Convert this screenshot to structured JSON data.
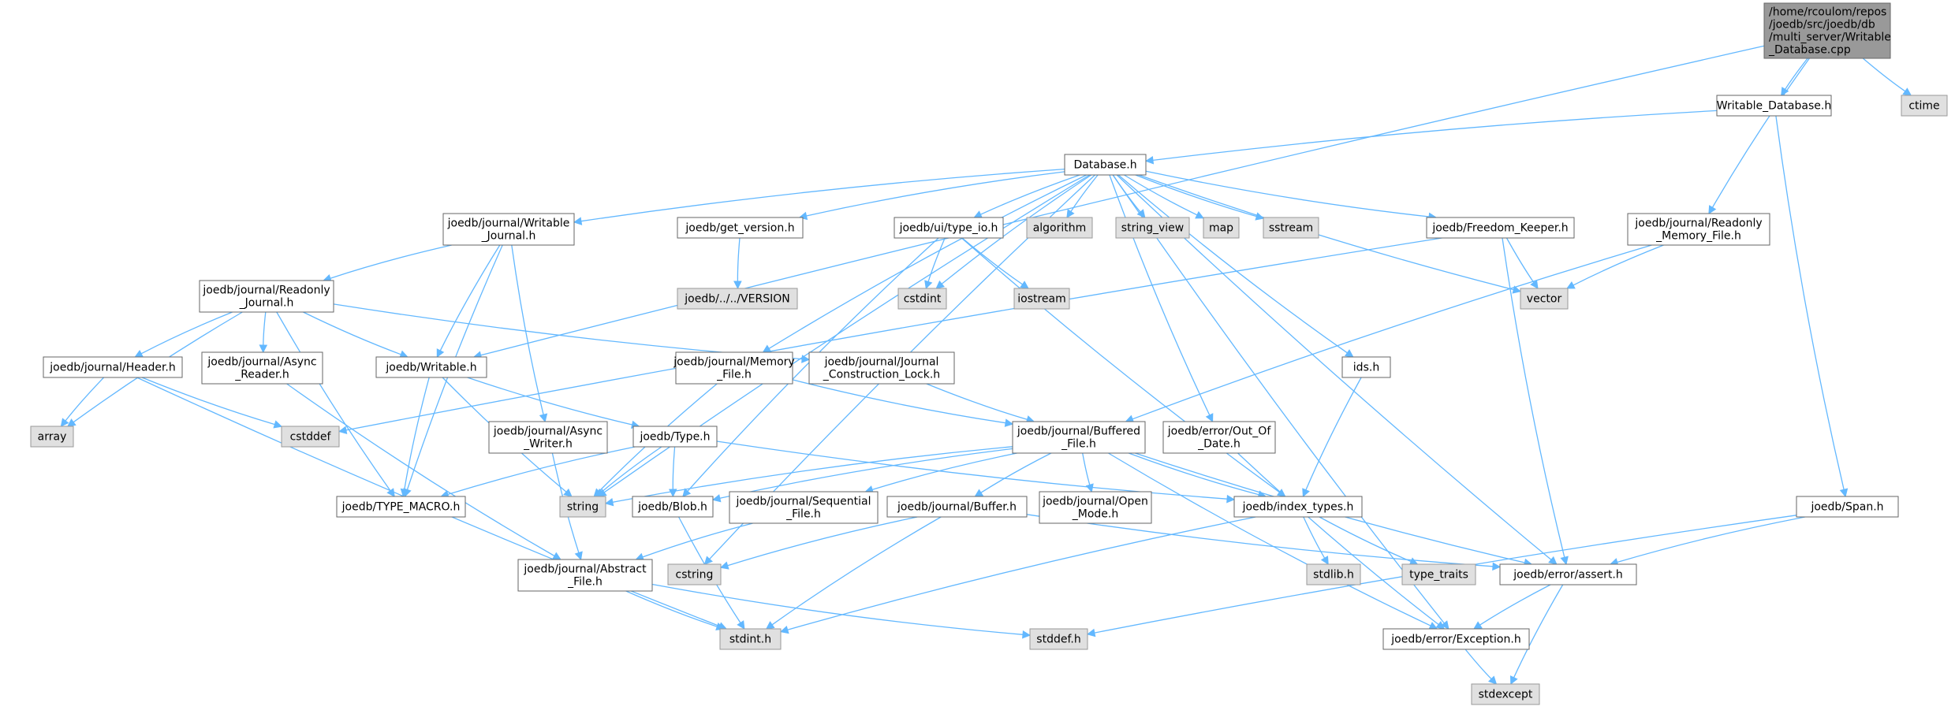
{
  "colors": {
    "root_fill": "#999999",
    "root_stroke": "#666666",
    "local_fill": "#ffffff",
    "local_stroke": "#666666",
    "system_fill": "#e0e0e0",
    "system_stroke": "#999999",
    "edge": "#63b8ff",
    "text": "#000000"
  },
  "nodes": [
    {
      "id": "root",
      "kind": "root",
      "lines": [
        "/home/rcoulom/repos",
        "/joedb/src/joedb/db",
        "/multi_server/Writable",
        "_Database.cpp"
      ]
    },
    {
      "id": "writable_database_h",
      "kind": "local",
      "lines": [
        "Writable_Database.h"
      ]
    },
    {
      "id": "ctime",
      "kind": "system",
      "lines": [
        "ctime"
      ]
    },
    {
      "id": "database_h",
      "kind": "local",
      "lines": [
        "Database.h"
      ]
    },
    {
      "id": "writable_journal_h",
      "kind": "local",
      "lines": [
        "joedb/journal/Writable",
        "_Journal.h"
      ]
    },
    {
      "id": "get_version_h",
      "kind": "local",
      "lines": [
        "joedb/get_version.h"
      ]
    },
    {
      "id": "type_io_h",
      "kind": "local",
      "lines": [
        "joedb/ui/type_io.h"
      ]
    },
    {
      "id": "algorithm",
      "kind": "system",
      "lines": [
        "algorithm"
      ]
    },
    {
      "id": "string_view",
      "kind": "system",
      "lines": [
        "string_view"
      ]
    },
    {
      "id": "map",
      "kind": "system",
      "lines": [
        "map"
      ]
    },
    {
      "id": "sstream",
      "kind": "system",
      "lines": [
        "sstream"
      ]
    },
    {
      "id": "freedom_keeper_h",
      "kind": "local",
      "lines": [
        "joedb/Freedom_Keeper.h"
      ]
    },
    {
      "id": "readonly_memory_file_h",
      "kind": "local",
      "lines": [
        "joedb/journal/Readonly",
        "_Memory_File.h"
      ]
    },
    {
      "id": "version",
      "kind": "system",
      "lines": [
        "joedb/../../VERSION"
      ]
    },
    {
      "id": "cstdint",
      "kind": "system",
      "lines": [
        "cstdint"
      ]
    },
    {
      "id": "iostream",
      "kind": "system",
      "lines": [
        "iostream"
      ]
    },
    {
      "id": "vector",
      "kind": "system",
      "lines": [
        "vector"
      ]
    },
    {
      "id": "readonly_journal_h",
      "kind": "local",
      "lines": [
        "joedb/journal/Readonly",
        "_Journal.h"
      ]
    },
    {
      "id": "header_h",
      "kind": "local",
      "lines": [
        "joedb/journal/Header.h"
      ]
    },
    {
      "id": "async_reader_h",
      "kind": "local",
      "lines": [
        "joedb/journal/Async",
        "_Reader.h"
      ]
    },
    {
      "id": "writable_h",
      "kind": "local",
      "lines": [
        "joedb/Writable.h"
      ]
    },
    {
      "id": "memory_file_h",
      "kind": "local",
      "lines": [
        "joedb/journal/Memory",
        "_File.h"
      ]
    },
    {
      "id": "construction_lock_h",
      "kind": "local",
      "lines": [
        "joedb/journal/Journal",
        "_Construction_Lock.h"
      ]
    },
    {
      "id": "ids_h",
      "kind": "local",
      "lines": [
        "ids.h"
      ]
    },
    {
      "id": "array",
      "kind": "system",
      "lines": [
        "array"
      ]
    },
    {
      "id": "cstddef",
      "kind": "system",
      "lines": [
        "cstddef"
      ]
    },
    {
      "id": "async_writer_h",
      "kind": "local",
      "lines": [
        "joedb/journal/Async",
        "_Writer.h"
      ]
    },
    {
      "id": "type_h",
      "kind": "local",
      "lines": [
        "joedb/Type.h"
      ]
    },
    {
      "id": "buffered_file_h",
      "kind": "local",
      "lines": [
        "joedb/journal/Buffered",
        "_File.h"
      ]
    },
    {
      "id": "out_of_date_h",
      "kind": "local",
      "lines": [
        "joedb/error/Out_Of",
        "_Date.h"
      ]
    },
    {
      "id": "type_macro_h",
      "kind": "local",
      "lines": [
        "joedb/TYPE_MACRO.h"
      ]
    },
    {
      "id": "string",
      "kind": "system",
      "lines": [
        "string"
      ]
    },
    {
      "id": "blob_h",
      "kind": "local",
      "lines": [
        "joedb/Blob.h"
      ]
    },
    {
      "id": "sequential_file_h",
      "kind": "local",
      "lines": [
        "joedb/journal/Sequential",
        "_File.h"
      ]
    },
    {
      "id": "buffer_h",
      "kind": "local",
      "lines": [
        "joedb/journal/Buffer.h"
      ]
    },
    {
      "id": "open_mode_h",
      "kind": "local",
      "lines": [
        "joedb/journal/Open",
        "_Mode.h"
      ]
    },
    {
      "id": "index_types_h",
      "kind": "local",
      "lines": [
        "joedb/index_types.h"
      ]
    },
    {
      "id": "span_h",
      "kind": "local",
      "lines": [
        "joedb/Span.h"
      ]
    },
    {
      "id": "abstract_file_h",
      "kind": "local",
      "lines": [
        "joedb/journal/Abstract",
        "_File.h"
      ]
    },
    {
      "id": "cstring",
      "kind": "system",
      "lines": [
        "cstring"
      ]
    },
    {
      "id": "stdlib_h",
      "kind": "system",
      "lines": [
        "stdlib.h"
      ]
    },
    {
      "id": "type_traits",
      "kind": "system",
      "lines": [
        "type_traits"
      ]
    },
    {
      "id": "assert_h",
      "kind": "local",
      "lines": [
        "joedb/error/assert.h"
      ]
    },
    {
      "id": "stdint_h",
      "kind": "system",
      "lines": [
        "stdint.h"
      ]
    },
    {
      "id": "stddef_h",
      "kind": "system",
      "lines": [
        "stddef.h"
      ]
    },
    {
      "id": "exception_h",
      "kind": "local",
      "lines": [
        "joedb/error/Exception.h"
      ]
    },
    {
      "id": "stdexcept",
      "kind": "system",
      "lines": [
        "stdexcept"
      ]
    }
  ],
  "edges": [
    [
      "root",
      "writable_database_h"
    ],
    [
      "root",
      "ctime"
    ],
    [
      "root",
      "writable_h"
    ],
    [
      "root",
      "readonly_memory_file_h"
    ],
    [
      "writable_database_h",
      "database_h"
    ],
    [
      "writable_database_h",
      "span_h"
    ],
    [
      "database_h",
      "writable_journal_h"
    ],
    [
      "database_h",
      "get_version_h"
    ],
    [
      "database_h",
      "type_io_h"
    ],
    [
      "database_h",
      "algorithm"
    ],
    [
      "database_h",
      "string_view"
    ],
    [
      "database_h",
      "map"
    ],
    [
      "database_h",
      "sstream"
    ],
    [
      "database_h",
      "freedom_keeper_h"
    ],
    [
      "database_h",
      "vector"
    ],
    [
      "database_h",
      "cstdint"
    ],
    [
      "database_h",
      "memory_file_h"
    ],
    [
      "database_h",
      "ids_h"
    ],
    [
      "database_h",
      "out_of_date_h"
    ],
    [
      "database_h",
      "string"
    ],
    [
      "database_h",
      "cstring"
    ],
    [
      "database_h",
      "exception_h"
    ],
    [
      "database_h",
      "assert_h"
    ],
    [
      "writable_journal_h",
      "readonly_journal_h"
    ],
    [
      "writable_journal_h",
      "writable_h"
    ],
    [
      "writable_journal_h",
      "async_writer_h"
    ],
    [
      "writable_journal_h",
      "type_macro_h"
    ],
    [
      "get_version_h",
      "version"
    ],
    [
      "type_io_h",
      "cstdint"
    ],
    [
      "type_io_h",
      "iostream"
    ],
    [
      "type_io_h",
      "index_types_h"
    ],
    [
      "type_io_h",
      "blob_h"
    ],
    [
      "freedom_keeper_h",
      "vector"
    ],
    [
      "freedom_keeper_h",
      "cstddef"
    ],
    [
      "freedom_keeper_h",
      "assert_h"
    ],
    [
      "readonly_memory_file_h",
      "vector"
    ],
    [
      "readonly_memory_file_h",
      "buffered_file_h"
    ],
    [
      "readonly_journal_h",
      "header_h"
    ],
    [
      "readonly_journal_h",
      "async_reader_h"
    ],
    [
      "readonly_journal_h",
      "writable_h"
    ],
    [
      "readonly_journal_h",
      "construction_lock_h"
    ],
    [
      "readonly_journal_h",
      "array"
    ],
    [
      "readonly_journal_h",
      "type_macro_h"
    ],
    [
      "header_h",
      "array"
    ],
    [
      "header_h",
      "cstddef"
    ],
    [
      "header_h",
      "stdint_h"
    ],
    [
      "async_reader_h",
      "abstract_file_h"
    ],
    [
      "writable_h",
      "type_h"
    ],
    [
      "writable_h",
      "type_macro_h"
    ],
    [
      "writable_h",
      "string"
    ],
    [
      "memory_file_h",
      "buffered_file_h"
    ],
    [
      "memory_file_h",
      "string"
    ],
    [
      "construction_lock_h",
      "buffered_file_h"
    ],
    [
      "ids_h",
      "index_types_h"
    ],
    [
      "async_writer_h",
      "abstract_file_h"
    ],
    [
      "type_h",
      "type_macro_h"
    ],
    [
      "type_h",
      "string"
    ],
    [
      "type_h",
      "blob_h"
    ],
    [
      "type_h",
      "index_types_h"
    ],
    [
      "buffered_file_h",
      "string"
    ],
    [
      "buffered_file_h",
      "blob_h"
    ],
    [
      "buffered_file_h",
      "sequential_file_h"
    ],
    [
      "buffered_file_h",
      "buffer_h"
    ],
    [
      "buffered_file_h",
      "open_mode_h"
    ],
    [
      "buffered_file_h",
      "index_types_h"
    ],
    [
      "buffered_file_h",
      "assert_h"
    ],
    [
      "buffered_file_h",
      "exception_h"
    ],
    [
      "out_of_date_h",
      "exception_h"
    ],
    [
      "blob_h",
      "stdint_h"
    ],
    [
      "sequential_file_h",
      "abstract_file_h"
    ],
    [
      "buffer_h",
      "cstring"
    ],
    [
      "buffer_h",
      "stdint_h"
    ],
    [
      "buffer_h",
      "assert_h"
    ],
    [
      "index_types_h",
      "stdlib_h"
    ],
    [
      "index_types_h",
      "type_traits"
    ],
    [
      "index_types_h",
      "stdint_h"
    ],
    [
      "span_h",
      "assert_h"
    ],
    [
      "span_h",
      "stddef_h"
    ],
    [
      "abstract_file_h",
      "stdint_h"
    ],
    [
      "abstract_file_h",
      "stddef_h"
    ],
    [
      "assert_h",
      "exception_h"
    ],
    [
      "assert_h",
      "stdexcept"
    ],
    [
      "exception_h",
      "stdexcept"
    ]
  ]
}
